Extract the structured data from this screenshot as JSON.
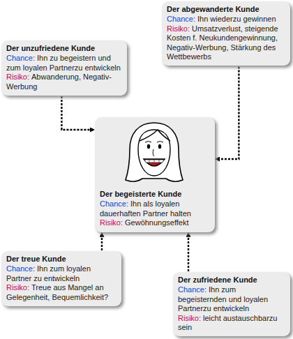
{
  "diagram": {
    "nodes": [
      {
        "text": [
          "Der unzufriedene Kunde",
          "Chance:",
          "Ihn zu begeistern und zum loyalen Partnerzu entwickeln",
          "Risiko:",
          "Abwanderung, Negativ-Werbung"
        ]
      },
      {
        "text": [
          "Der abgewanderte Kunde",
          "Chance:",
          "Ihn wiederzu gewinnen",
          "Risiko:",
          "Umsatzverlust, steigende Kosten f. Neukundengewinnung, Negativ-Werbung, Stärkung des Wettbewerbs"
        ]
      },
      {
        "text": [
          "Der begeisterte Kunde",
          "Chance:",
          "Ihn als loyalen dauerhaften Partner halten",
          "Risiko:",
          "Gewöhnungseffekt"
        ]
      },
      {
        "text": [
          "Der treue Kunde",
          "Chance:",
          "Ihn zum loyalen Partner zu entwickeln",
          "Risiko:",
          "Treue aus Mangel an Gelegenheit, Bequemlichkeit?"
        ]
      },
      {
        "text": [
          "Der zufriedene Kunde",
          "Chance:",
          "Ihn zum begeisternden und loyalen Partnerzu entwickeln",
          "Risiko:",
          "leicht austauschbarzu sein"
        ]
      }
    ],
    "edges": [
      {
        "from": 0,
        "to": 2,
        "arrow": "to"
      },
      {
        "from": 1,
        "to": 2,
        "arrow": "to"
      },
      {
        "from": 3,
        "to": 2,
        "arrow": "to"
      },
      {
        "from": 4,
        "to": 2,
        "arrow": "to"
      }
    ]
  }
}
